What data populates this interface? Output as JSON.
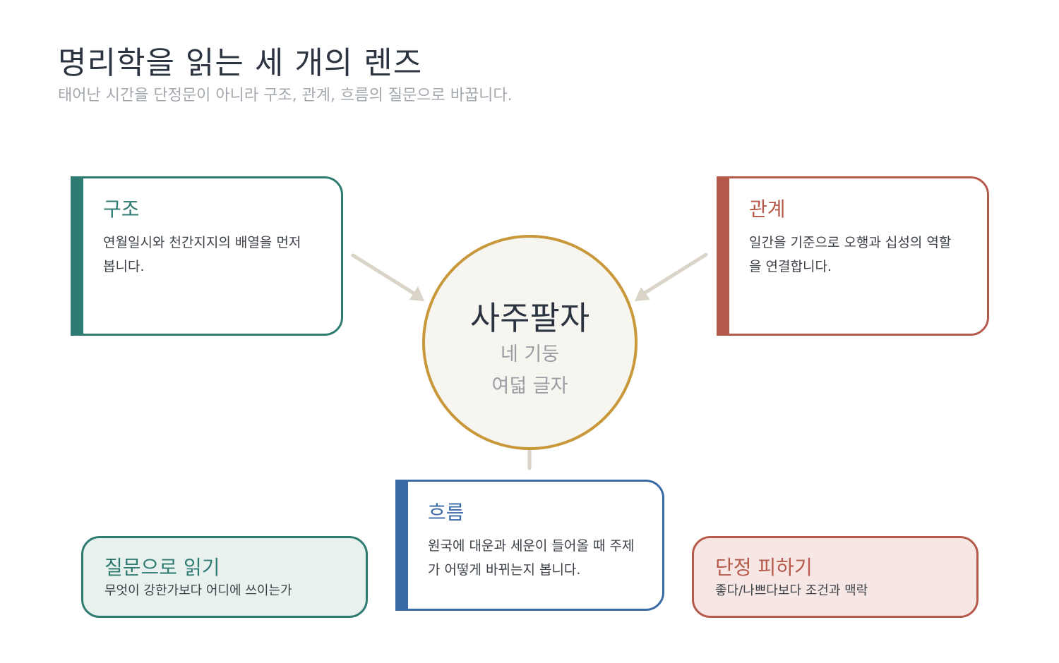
{
  "title": "명리학을 읽는 세 개의 렌즈",
  "subtitle": "태어난 시간을 단정문이 아니라 구조, 관계, 흐름의 질문으로 바꿉니다.",
  "colors": {
    "structure": "#2e7b72",
    "relation": "#b5594b",
    "flow": "#3a6aa6",
    "center_ring": "#c8983a",
    "center_fill": "#f6f5f0",
    "arrow": "#d9d3c8"
  },
  "center": {
    "title": "사주팔자",
    "line1": "네 기둥",
    "line2": "여덟 글자"
  },
  "lenses": {
    "structure": {
      "heading": "구조",
      "body": "연월일시와 천간지지의 배열을 먼저 봅니다."
    },
    "relation": {
      "heading": "관계",
      "body": "일간을 기준으로 오행과 십성의 역할을 연결합니다."
    },
    "flow": {
      "heading": "흐름",
      "body": "원국에 대운과 세운이 들어올 때 주제가 어떻게 바뀌는지 봅니다."
    }
  },
  "notes": {
    "question": {
      "heading": "질문으로 읽기",
      "text": "무엇이 강한가보다 어디에 쓰이는가"
    },
    "avoid": {
      "heading": "단정 피하기",
      "text": "좋다/나쁘다보다 조건과 맥락"
    }
  }
}
